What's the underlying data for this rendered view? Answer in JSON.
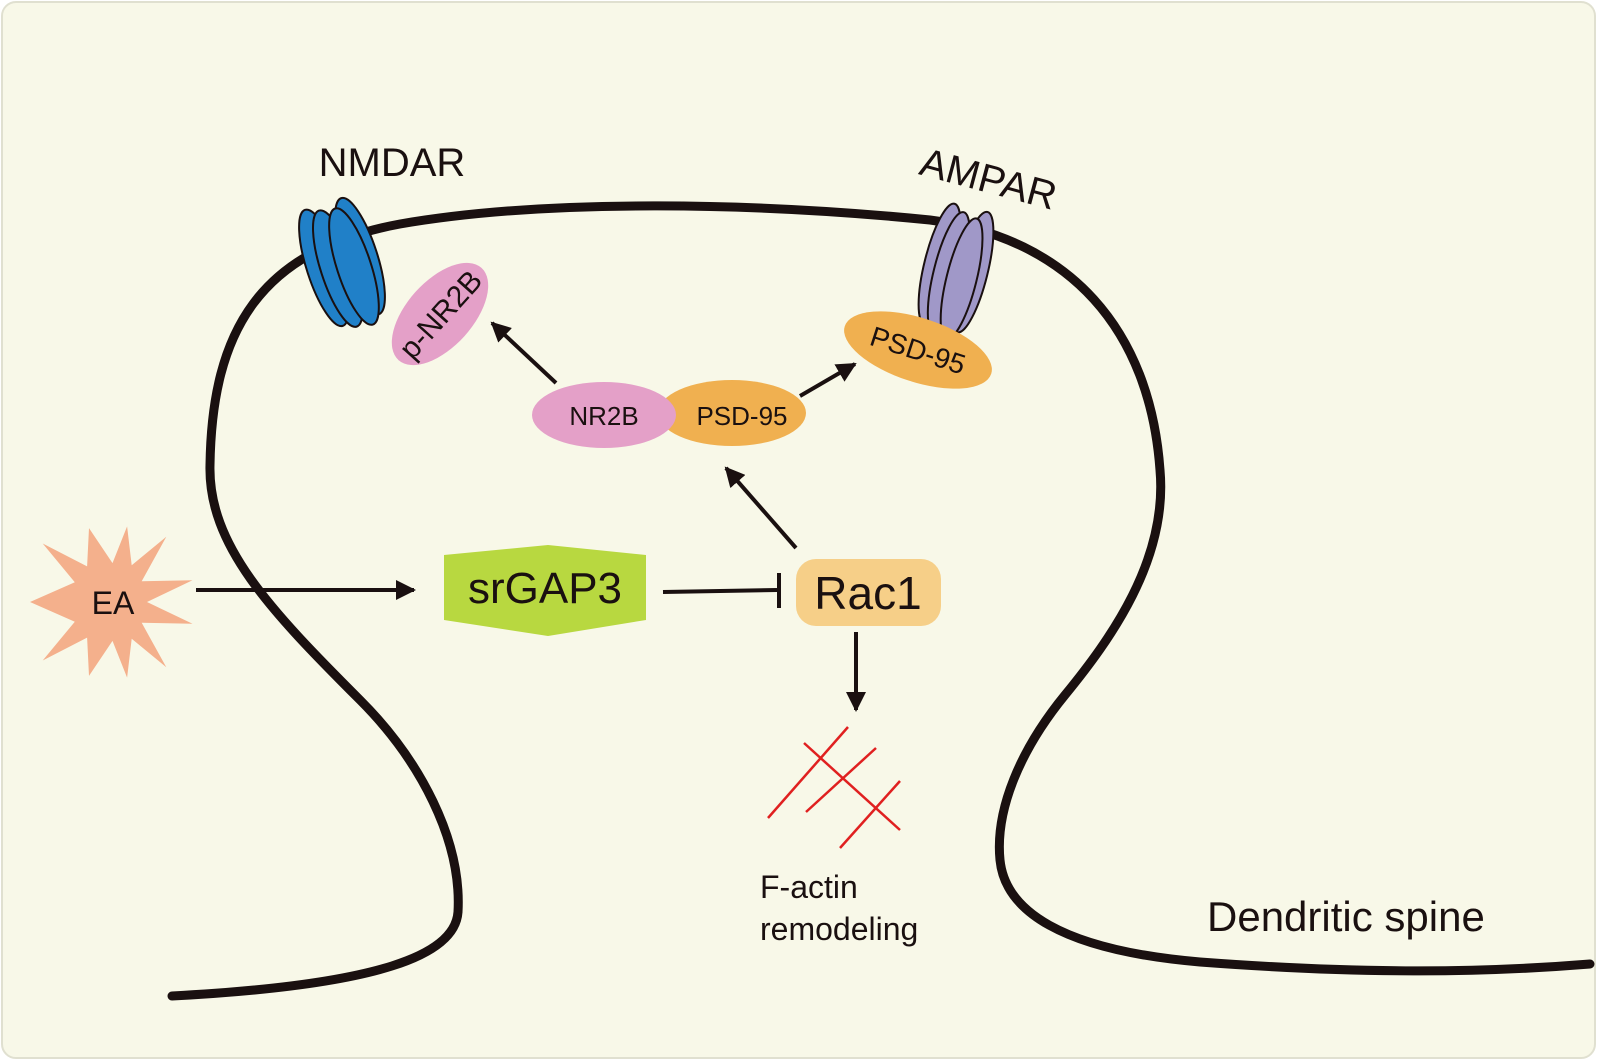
{
  "colors": {
    "background": "#f8f8e8",
    "outline": "#1a1010",
    "nmdar": "#2080c8",
    "ampar": "#a098c8",
    "pink_protein": "#e4a0c8",
    "psd95": "#f0b050",
    "srgap3": "#b8d840",
    "rac1": "#f6cf88",
    "ea": "#f4b08c",
    "f_actin": "#e02020"
  },
  "labels": {
    "nmdar": "NMDAR",
    "ampar": "AMPAR",
    "p_nr2b": "p-NR2B",
    "nr2b": "NR2B",
    "psd95_complex": "PSD-95",
    "psd95_ampar": "PSD-95",
    "ea": "EA",
    "srgap3": "srGAP3",
    "rac1": "Rac1",
    "f_actin_line1": "F-actin",
    "f_actin_line2": "remodeling",
    "dendritic_spine": "Dendritic spine"
  },
  "icons": {
    "nmdar": "receptor-channel-icon",
    "ampar": "receptor-channel-icon",
    "ea": "starburst-icon",
    "f_actin": "actin-filament-icon"
  }
}
